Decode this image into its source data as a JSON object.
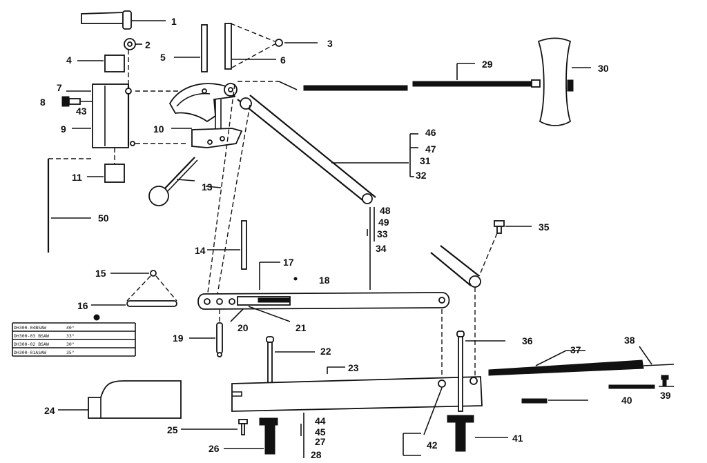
{
  "callouts": [
    "1",
    "2",
    "3",
    "4",
    "5",
    "6",
    "7",
    "8",
    "43",
    "9",
    "10",
    "11",
    "13",
    "14",
    "15",
    "16",
    "17",
    "18",
    "19",
    "20",
    "21",
    "22",
    "23",
    "24",
    "25",
    "26",
    "27",
    "28",
    "29",
    "30",
    "31",
    "32",
    "33",
    "34",
    "35",
    "36",
    "37",
    "38",
    "39",
    "40",
    "41",
    "42",
    "44",
    "45",
    "46",
    "47",
    "48",
    "49",
    "50"
  ],
  "inset_table": {
    "rows": [
      {
        "code": "DH300-04BSAW",
        "angle": "40°"
      },
      {
        "code": "DH300-03 BSAW",
        "angle": "33°"
      },
      {
        "code": "DH300-02 BSAW",
        "angle": "30°"
      },
      {
        "code": "DH300-01ASAW",
        "angle": "35°"
      }
    ]
  }
}
